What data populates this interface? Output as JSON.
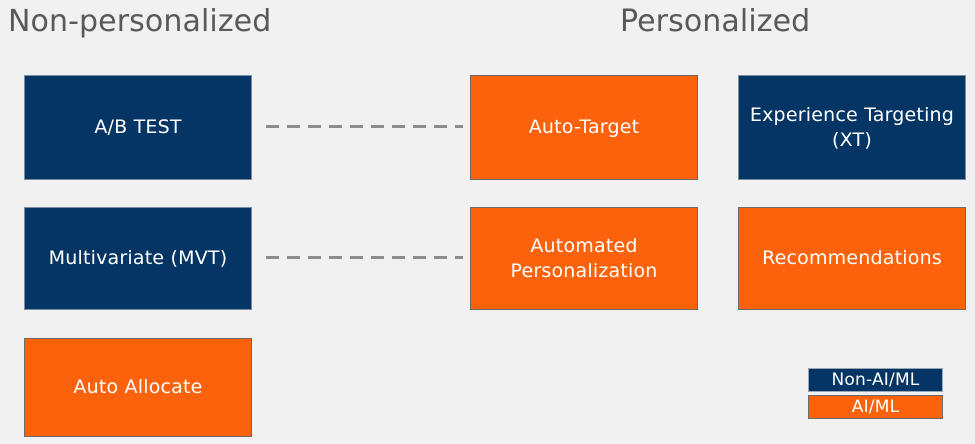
{
  "background_color": "#F2F1F1",
  "colors": {
    "navy": "#053564",
    "orange": "#FC620C",
    "heading_text": "#595959",
    "connector": "#8C8C8C",
    "box_text": "#FFFFFF"
  },
  "headings": {
    "non_personalized": "Non-personalized",
    "personalized": "Personalized"
  },
  "boxes": {
    "ab_test": {
      "label": "A/B TEST",
      "type": "Non-AI/ML"
    },
    "multivariate": {
      "label": "Multivariate (MVT)",
      "type": "Non-AI/ML"
    },
    "auto_allocate": {
      "label": "Auto Allocate",
      "type": "AI/ML"
    },
    "auto_target": {
      "label": "Auto-Target",
      "type": "AI/ML"
    },
    "automated_personalization": {
      "label": "Automated Personalization",
      "type": "AI/ML"
    },
    "experience_targeting": {
      "label": "Experience Targeting (XT)",
      "type": "Non-AI/ML"
    },
    "recommendations": {
      "label": "Recommendations",
      "type": "AI/ML"
    }
  },
  "legend": {
    "non_ai_ml": "Non-AI/ML",
    "ai_ml": "AI/ML"
  }
}
